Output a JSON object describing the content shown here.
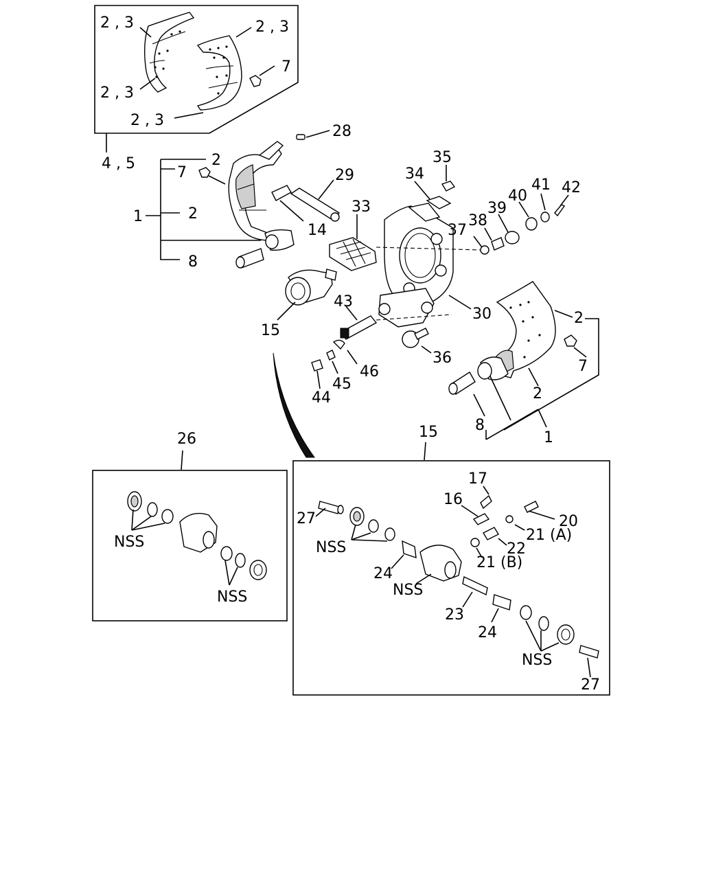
{
  "callouts": {
    "lining_a": "2 , 3",
    "lining_b": "2 , 3",
    "lining_c": "2 , 3",
    "lining_d": "2 , 3",
    "lining_rivet": "7",
    "kit": "4 , 5",
    "p28": "28",
    "p2_top": "2",
    "p7_left": "7",
    "p1_left": "1",
    "p2_mid": "2",
    "p8_left": "8",
    "p29": "29",
    "p14": "14",
    "p33": "33",
    "p34": "34",
    "p35": "35",
    "p37": "37",
    "p38": "38",
    "p39": "39",
    "p40": "40",
    "p41": "41",
    "p42": "42",
    "p43": "43",
    "p30": "30",
    "p15_cyl": "15",
    "p36": "36",
    "p46": "46",
    "p45": "45",
    "p44": "44",
    "p2_right": "2",
    "p7_right": "7",
    "p2_right_low": "2",
    "p8_right": "8",
    "p1_right": "1",
    "p26": "26",
    "p15_box": "15",
    "nss_26a": "NSS",
    "nss_26b": "NSS",
    "p17": "17",
    "p16": "16",
    "p27_top": "27",
    "p20": "20",
    "p21a": "21 (A)",
    "p22": "22",
    "p21b": "21 (B)",
    "nss_15a": "NSS",
    "p24_a": "24",
    "nss_15b": "NSS",
    "p23": "23",
    "p24_b": "24",
    "nss_15c": "NSS",
    "p27_bottom": "27"
  }
}
